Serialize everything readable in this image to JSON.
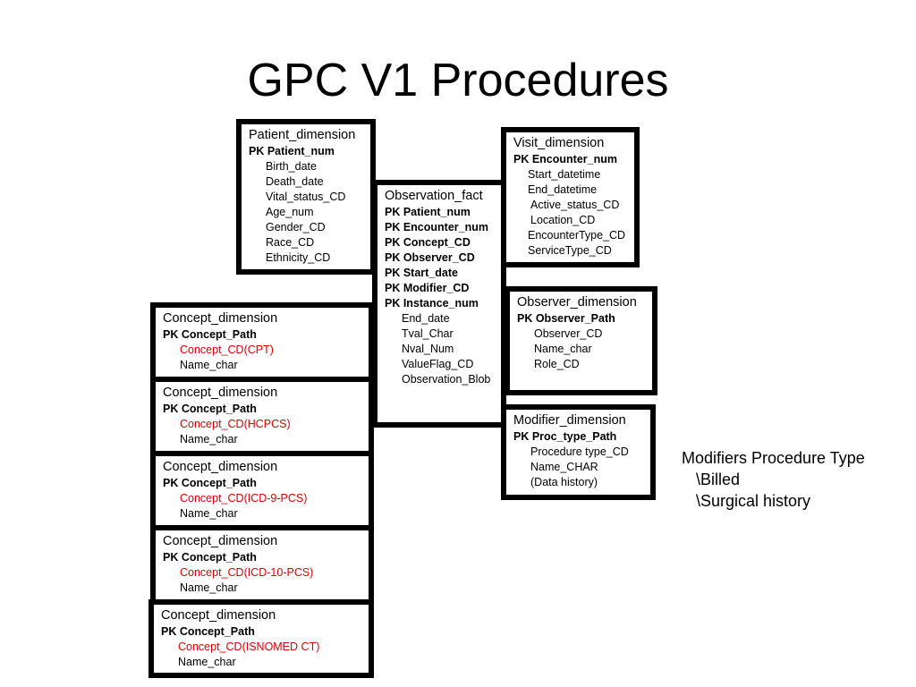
{
  "title": "GPC V1 Procedures",
  "patient": {
    "header": "Patient_dimension",
    "pk": "PK Patient_num",
    "fields": [
      "Birth_date",
      "Death_date",
      "Vital_status_CD",
      "Age_num",
      "Gender_CD",
      "Race_CD",
      "Ethnicity_CD"
    ]
  },
  "visit": {
    "header": "Visit_dimension",
    "pk": "PK Encounter_num",
    "fields": [
      "Start_datetime",
      "End_datetime",
      "Active_status_CD",
      "Location_CD",
      "EncounterType_CD",
      "ServiceType_CD"
    ]
  },
  "observation": {
    "header": "Observation_fact",
    "pks": [
      "PK Patient_num",
      "PK Encounter_num",
      "PK Concept_CD",
      "PK Observer_CD",
      "PK Start_date",
      "PK Modifier_CD",
      "PK Instance_num"
    ],
    "fields": [
      "End_date",
      "Tval_Char",
      "Nval_Num",
      "ValueFlag_CD",
      "Observation_Blob"
    ]
  },
  "observer": {
    "header": "Observer_dimension",
    "pk": "PK Observer_Path",
    "fields": [
      "Observer_CD",
      "Name_char",
      "Role_CD"
    ]
  },
  "modifier": {
    "header": "Modifier_dimension",
    "pk": "PK Proc_type_Path",
    "fields": [
      "Procedure type_CD",
      "Name_CHAR",
      "(Data history)"
    ]
  },
  "concepts": [
    {
      "header": "Concept_dimension",
      "pk": "PK Concept_Path",
      "code": "Concept_CD(CPT)",
      "name": "Name_char"
    },
    {
      "header": "Concept_dimension",
      "pk": "PK Concept_Path",
      "code": "Concept_CD(HCPCS)",
      "name": "Name_char"
    },
    {
      "header": "Concept_dimension",
      "pk": "PK Concept_Path",
      "code": "Concept_CD(ICD-9-PCS)",
      "name": "Name_char"
    },
    {
      "header": "Concept_dimension",
      "pk": "PK Concept_Path",
      "code": "Concept_CD(ICD-10-PCS)",
      "name": "Name_char"
    },
    {
      "header": "Concept_dimension",
      "pk": "PK Concept_Path",
      "code": "Concept_CD(ISNOMED CT)",
      "name": "Name_char"
    }
  ],
  "note": {
    "title": "Modifiers Procedure Type",
    "items": [
      "\\Billed",
      "\\Surgical history"
    ]
  },
  "colors": {
    "highlight": "#e00000",
    "border": "#000000"
  }
}
